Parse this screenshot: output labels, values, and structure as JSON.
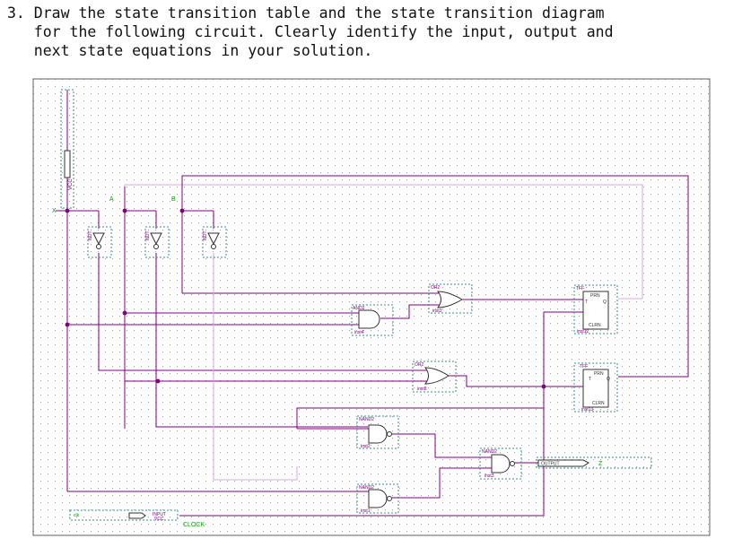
{
  "question": {
    "lines": [
      "3. Draw the state transition table and the state transition diagram",
      "   for the following circuit. Clearly identify the input, output and",
      "   next state equations in your solution."
    ]
  },
  "schematic": {
    "signals": {
      "x": "X",
      "a": "A",
      "b": "B",
      "z": "Z",
      "clock": "CLOCK",
      "clk": "clk"
    },
    "pins": {
      "input_text": "INPUT",
      "vcc_text": "VCC",
      "output_text": "OUTPUT"
    },
    "gates": {
      "and2": {
        "type": "AND2",
        "inst": "inst4"
      },
      "or2_top": {
        "type": "OR2",
        "inst": "inst3"
      },
      "or2_mid": {
        "type": "OR2",
        "inst": "inst8"
      },
      "nand2_a": {
        "type": "NAND2",
        "inst": "inst2"
      },
      "nand2_b": {
        "type": "NAND2",
        "inst": "inst1"
      },
      "nand2_out": {
        "type": "NAND2",
        "inst": "inst3"
      }
    },
    "flipflops": [
      {
        "type": "TFF",
        "inst": "inst12",
        "prn": "PRN",
        "clrn": "CLRN",
        "t": "T",
        "q": "Q"
      },
      {
        "type": "TFF",
        "inst": "inst13",
        "prn": "PRN",
        "clrn": "CLRN",
        "t": "T",
        "q": "Q"
      }
    ],
    "inverters": [
      "NOT",
      "NOT",
      "NOT"
    ],
    "colors": {
      "wire": "#800080",
      "bus": "#d8a8e0",
      "signal": "#00a000",
      "box": "#3a8f8f",
      "part": "#303030"
    }
  }
}
